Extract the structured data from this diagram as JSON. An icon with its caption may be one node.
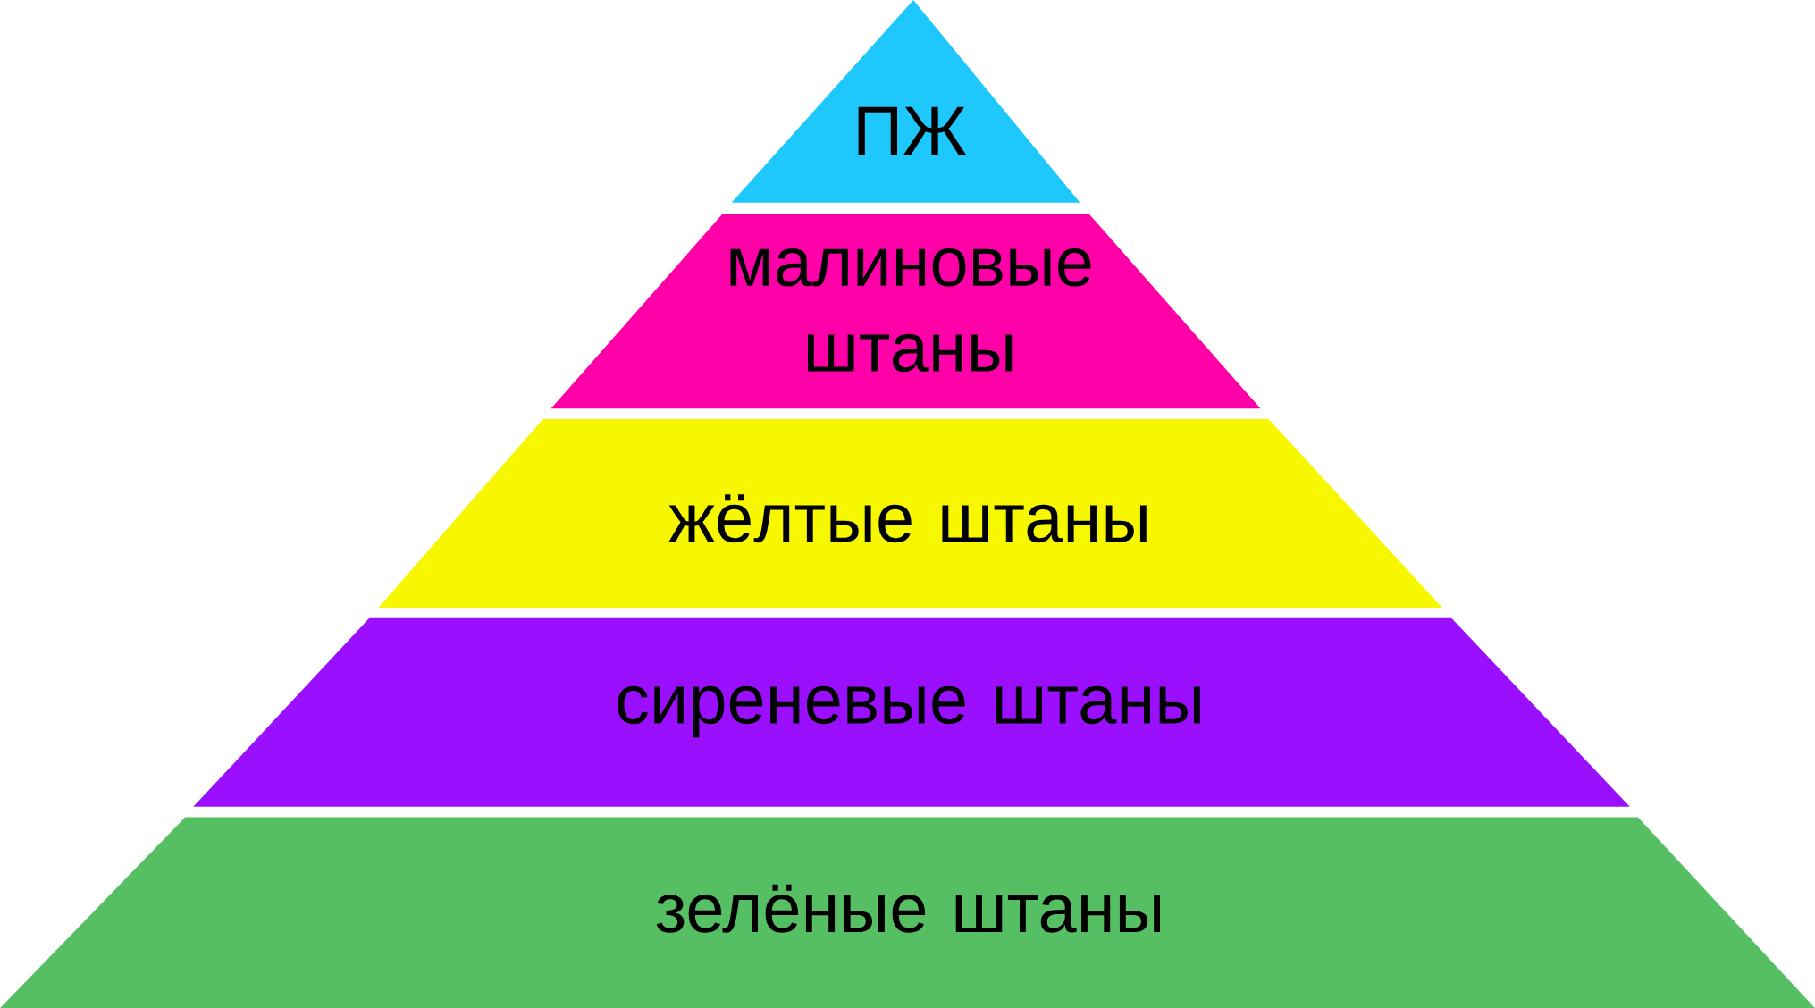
{
  "diagram": {
    "nodes": [
      {
        "text": [
          "ПЖ"
        ]
      },
      {
        "text": [
          "малиновые штаны"
        ]
      },
      {
        "text": [
          "жёлтые штаны"
        ]
      },
      {
        "text": [
          "сиреневые штаны"
        ]
      },
      {
        "text": [
          "зелёные штаны"
        ]
      }
    ]
  }
}
